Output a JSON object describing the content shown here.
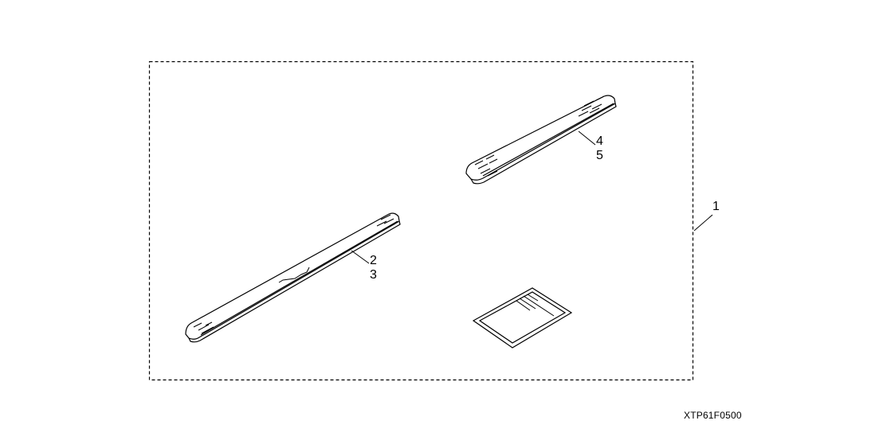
{
  "diagram": {
    "callouts": {
      "kit": "1",
      "front_sill_a": "2",
      "front_sill_b": "3",
      "rear_sill_a": "4",
      "rear_sill_b": "5"
    },
    "figure_code": "XTP61F0500"
  }
}
